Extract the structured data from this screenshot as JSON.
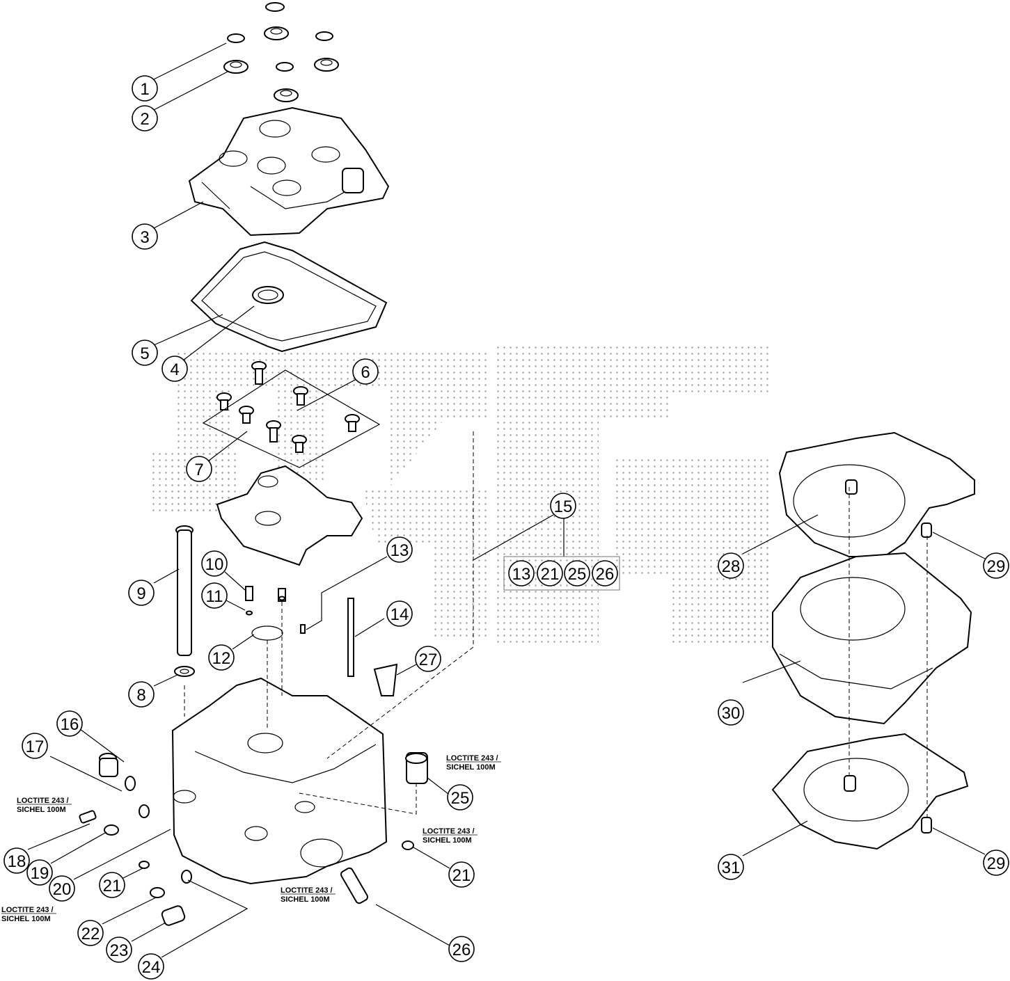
{
  "callouts": [
    {
      "id": "c1",
      "label": "1"
    },
    {
      "id": "c2",
      "label": "2"
    },
    {
      "id": "c3",
      "label": "3"
    },
    {
      "id": "c4",
      "label": "4"
    },
    {
      "id": "c5",
      "label": "5"
    },
    {
      "id": "c6",
      "label": "6"
    },
    {
      "id": "c7",
      "label": "7"
    },
    {
      "id": "c8",
      "label": "8"
    },
    {
      "id": "c9",
      "label": "9"
    },
    {
      "id": "c10",
      "label": "10"
    },
    {
      "id": "c11",
      "label": "11"
    },
    {
      "id": "c12",
      "label": "12"
    },
    {
      "id": "c13",
      "label": "13"
    },
    {
      "id": "c14",
      "label": "14"
    },
    {
      "id": "c15",
      "label": "15"
    },
    {
      "id": "c16",
      "label": "16"
    },
    {
      "id": "c17",
      "label": "17"
    },
    {
      "id": "c18",
      "label": "18"
    },
    {
      "id": "c19",
      "label": "19"
    },
    {
      "id": "c20",
      "label": "20"
    },
    {
      "id": "c21a",
      "label": "21"
    },
    {
      "id": "c21b",
      "label": "21"
    },
    {
      "id": "c22",
      "label": "22"
    },
    {
      "id": "c23",
      "label": "23"
    },
    {
      "id": "c24",
      "label": "24"
    },
    {
      "id": "c25",
      "label": "25"
    },
    {
      "id": "c26",
      "label": "26"
    },
    {
      "id": "c27",
      "label": "27"
    },
    {
      "id": "c28",
      "label": "28"
    },
    {
      "id": "c29a",
      "label": "29"
    },
    {
      "id": "c29b",
      "label": "29"
    },
    {
      "id": "c30",
      "label": "30"
    },
    {
      "id": "c31",
      "label": "31"
    }
  ],
  "kit_group": {
    "label": "15",
    "members": [
      "13",
      "21",
      "25",
      "26"
    ]
  },
  "notes": [
    {
      "id": "n1",
      "line1": "LOCTITE 243 /",
      "line2": "SICHEL 100M"
    },
    {
      "id": "n2",
      "line1": "LOCTITE 243 /",
      "line2": "SICHEL 100M"
    },
    {
      "id": "n3",
      "line1": "LOCTITE 243 /",
      "line2": "SICHEL 100M"
    },
    {
      "id": "n4",
      "line1": "LOCTITE 243 /",
      "line2": "SICHEL 100M"
    },
    {
      "id": "n5",
      "line1": "LOCTITE 243 /",
      "line2": "SICHEL 100M"
    }
  ],
  "watermark": "DEX"
}
